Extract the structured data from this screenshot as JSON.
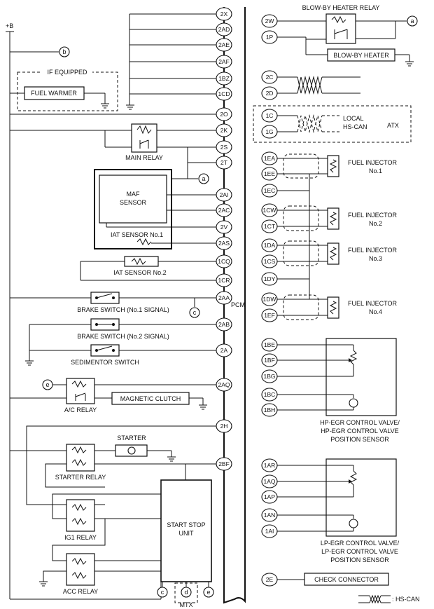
{
  "labels": {
    "power": "+B",
    "if_equipped": "IF EQUIPPED",
    "fuel_warmer": "FUEL WARMER",
    "blowby_heater_relay": "BLOW-BY HEATER RELAY",
    "blowby_heater": "BLOW-BY HEATER",
    "main_relay": "MAIN RELAY",
    "maf_sensor_line1": "MAF",
    "maf_sensor_line2": "SENSOR",
    "iat_sensor1": "IAT SENSOR No.1",
    "iat_sensor2": "IAT SENSOR No.2",
    "brake_switch1": "BRAKE SWITCH (No.1 SIGNAL)",
    "brake_switch2": "BRAKE SWITCH (No.2 SIGNAL)",
    "sedimentor_switch": "SEDIMENTOR SWITCH",
    "ac_relay": "A/C RELAY",
    "magnetic_clutch": "MAGNETIC CLUTCH",
    "starter": "STARTER",
    "starter_relay": "STARTER RELAY",
    "ig1_relay": "IG1 RELAY",
    "acc_relay": "ACC RELAY",
    "ssu_line1": "START STOP",
    "ssu_line2": "UNIT",
    "mtx": "MTX",
    "pcm": "PCM",
    "local_line1": "LOCAL",
    "local_line2": "HS-CAN",
    "atx": "ATX",
    "inj1_line1": "FUEL INJECTOR",
    "inj1_line2": "No.1",
    "inj2_line1": "FUEL INJECTOR",
    "inj2_line2": "No.2",
    "inj3_line1": "FUEL INJECTOR",
    "inj3_line2": "No.3",
    "inj4_line1": "FUEL INJECTOR",
    "inj4_line2": "No.4",
    "hp_line1": "HP-EGR CONTROL VALVE/",
    "hp_line2": "HP-EGR CONTROL VALVE",
    "hp_line3": "POSITION SENSOR",
    "lp_line1": "LP-EGR CONTROL VALVE/",
    "lp_line2": "LP-EGR CONTROL VALVE",
    "lp_line3": "POSITION SENSOR",
    "check_connector": "CHECK CONNECTOR",
    "hscan_legend": ": HS-CAN"
  },
  "refs": {
    "a": "a",
    "b": "b",
    "c": "c",
    "d": "d",
    "e": "e"
  },
  "left_pins": [
    "2X",
    "2AD",
    "2AE",
    "2AF",
    "1BZ",
    "1CD",
    "2O",
    "2K",
    "2S",
    "2T",
    "2AI",
    "2AC",
    "2V",
    "2AS",
    "1CQ",
    "1CR",
    "2AA",
    "2AB",
    "2A",
    "2AQ",
    "2H",
    "2BF"
  ],
  "right_pins": [
    "2W",
    "1P",
    "2C",
    "2D",
    "1C",
    "1G",
    "1EA",
    "1EE",
    "1EC",
    "1CW",
    "1CT",
    "1DA",
    "1CS",
    "1DY",
    "1DW",
    "1EF",
    "1BE",
    "1BF",
    "1BG",
    "1BC",
    "1BH",
    "1AR",
    "1AQ",
    "1AP",
    "1AN",
    "1AI",
    "2E"
  ]
}
